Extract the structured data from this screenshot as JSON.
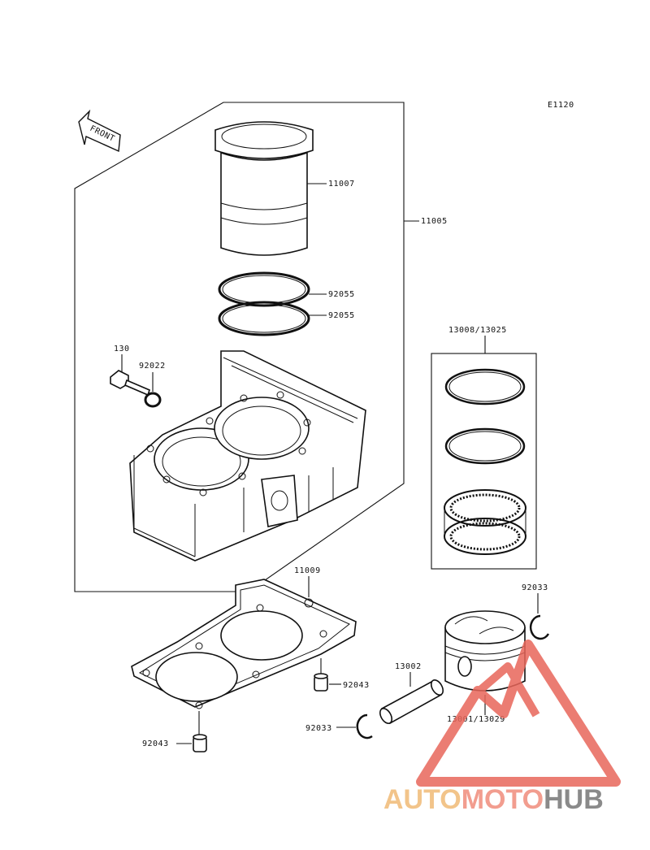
{
  "diagram_code": "E1120",
  "front_label": "FRONT",
  "parts": {
    "cylinder_assembly": "11005",
    "cylinder_sleeve": "11007",
    "ring_upper": "92055",
    "ring_lower": "92055",
    "bolt": "130",
    "washer": "92022",
    "piston_ring_set": "13008/13025",
    "base_gasket": "11009",
    "circlip_right": "92033",
    "circlip_left": "92033",
    "dowel_right": "92043",
    "dowel_left": "92043",
    "piston_pin": "13002",
    "piston": "13001/13029"
  },
  "watermark": {
    "part1": "AUTO",
    "part2": "MOTO",
    "part3": "HUB",
    "colors": {
      "auto": "#f2c48a",
      "moto": "#f29d8f",
      "hub": "#8a8a8a",
      "triangle": "#e8665a"
    }
  }
}
